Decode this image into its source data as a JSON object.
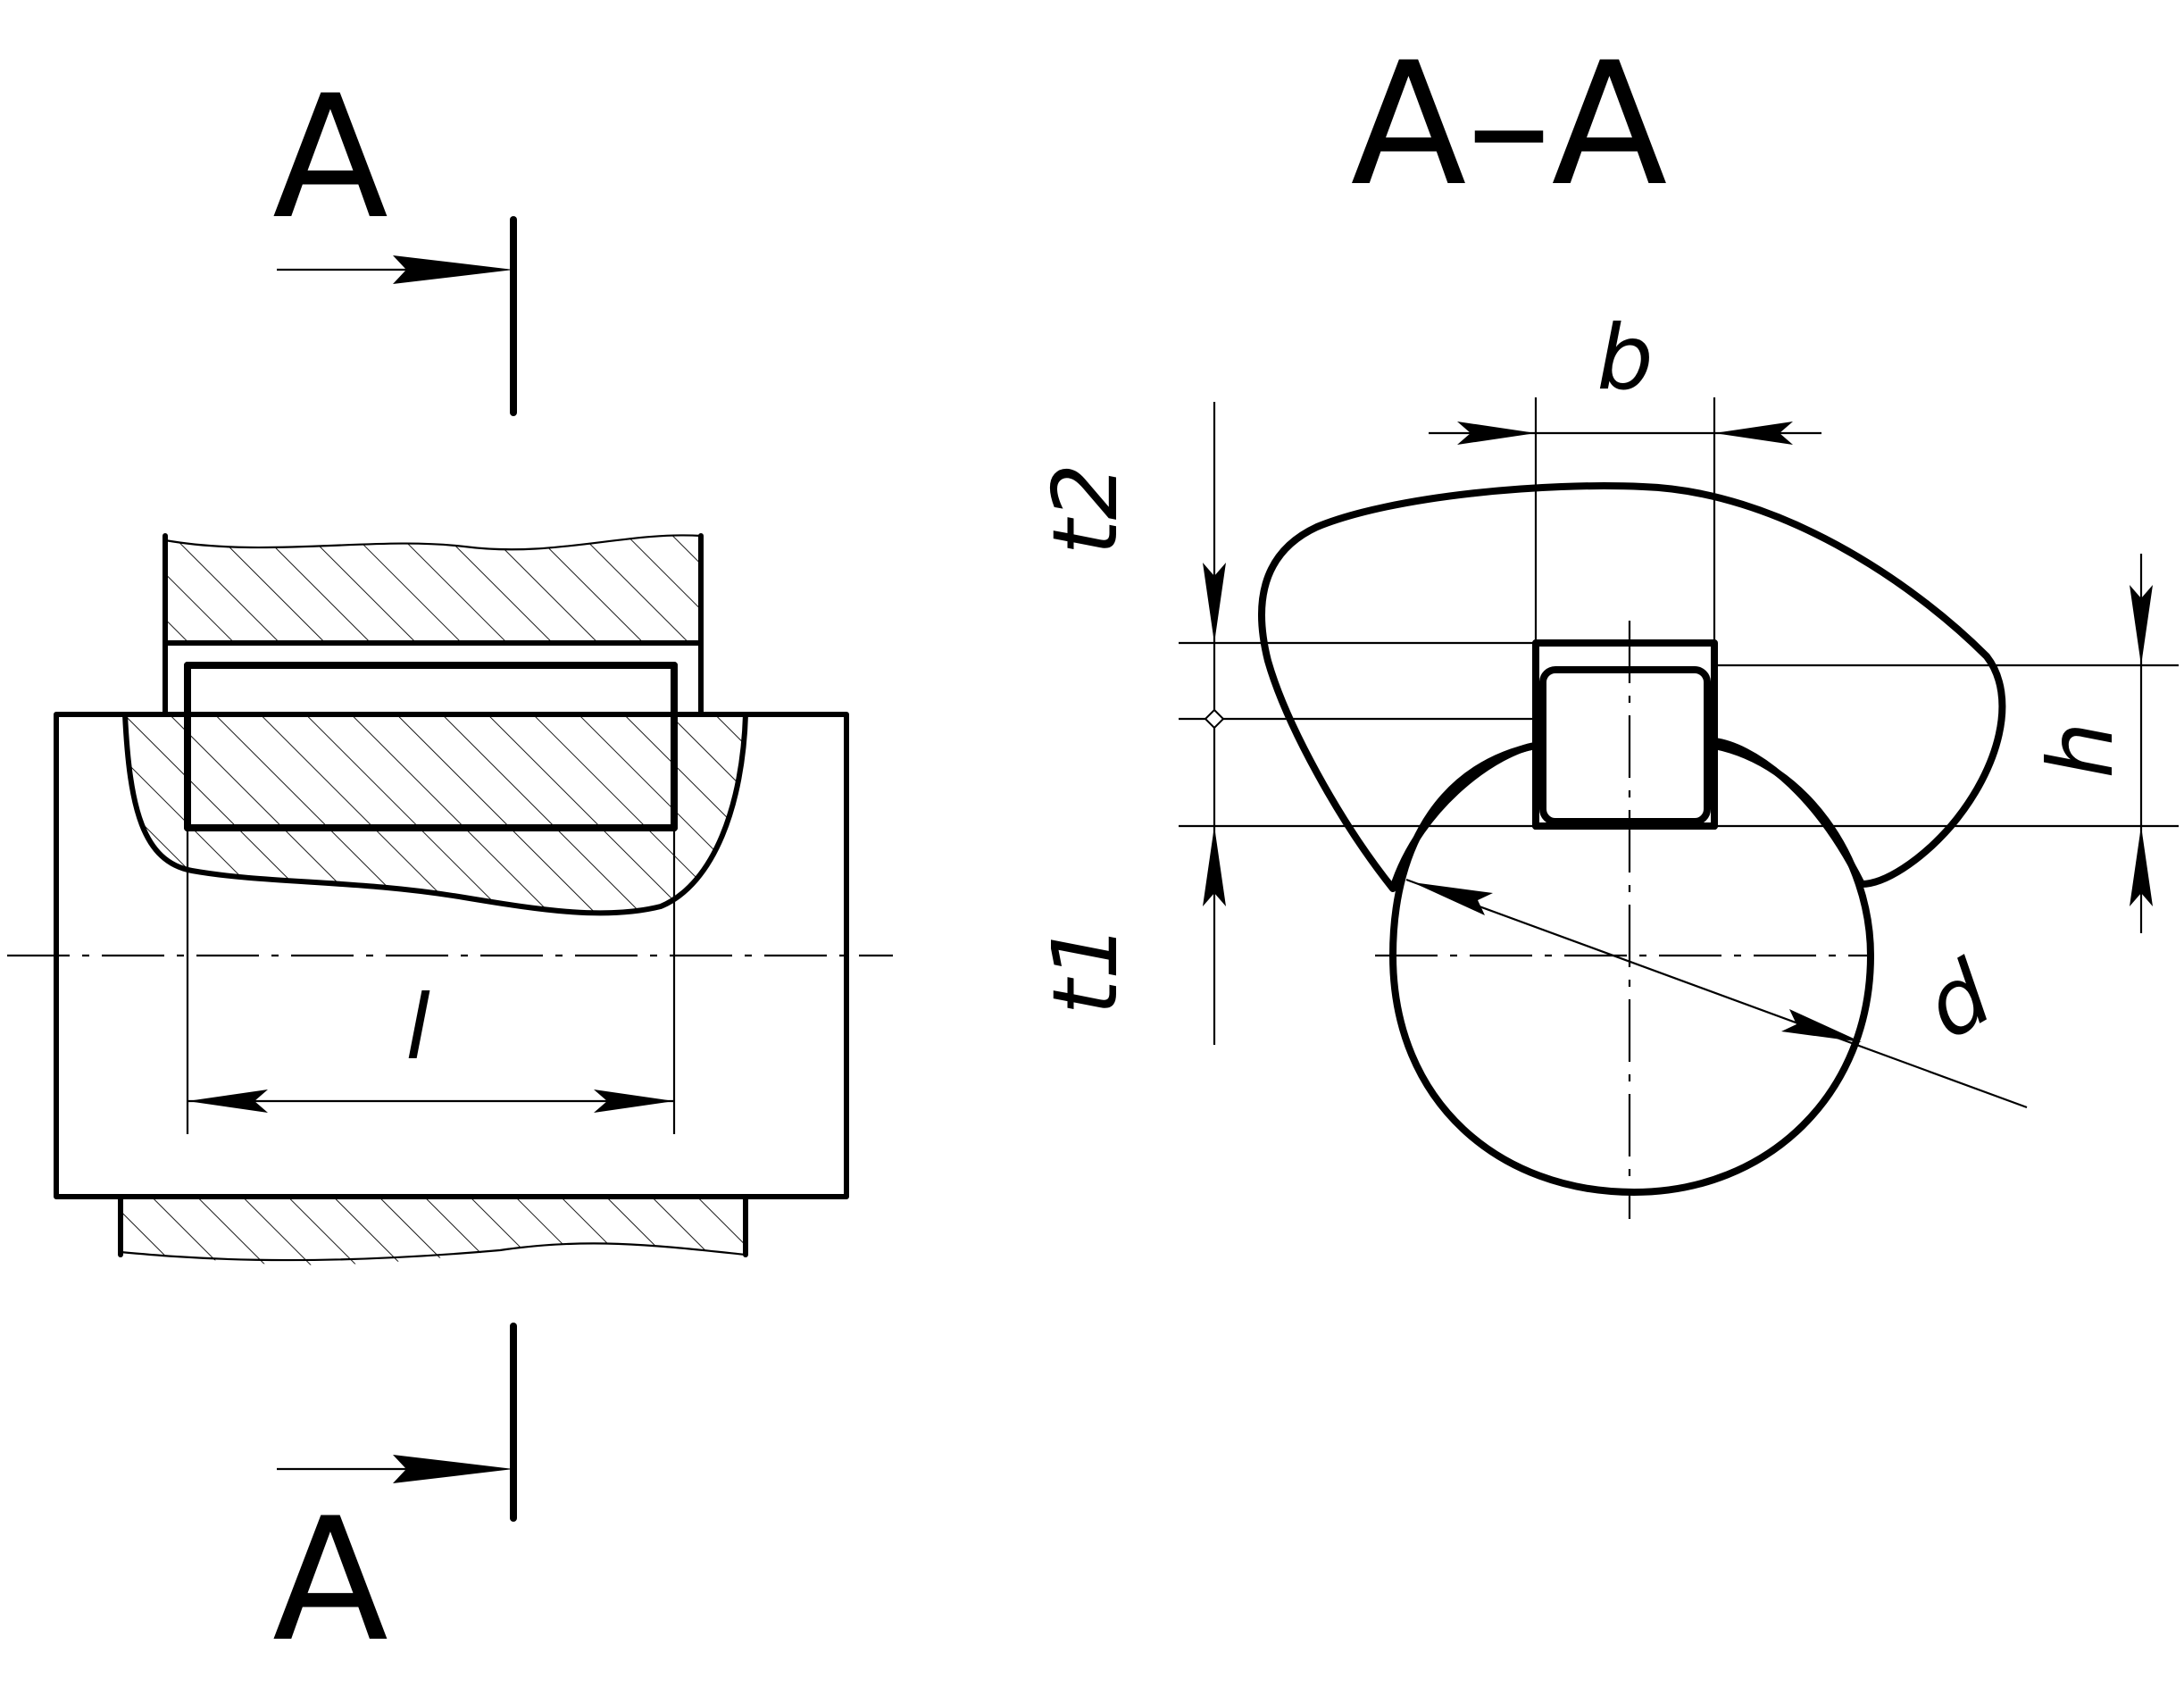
{
  "section_marks": {
    "top": "A",
    "bottom": "A"
  },
  "section_title": "A–A",
  "dimensions": {
    "length": "l",
    "key_width": "b",
    "key_height": "h",
    "shaft_depth": "t1",
    "hub_depth": "t2",
    "diameter": "d"
  },
  "colors": {
    "line": "#000000",
    "background": "#ffffff"
  }
}
